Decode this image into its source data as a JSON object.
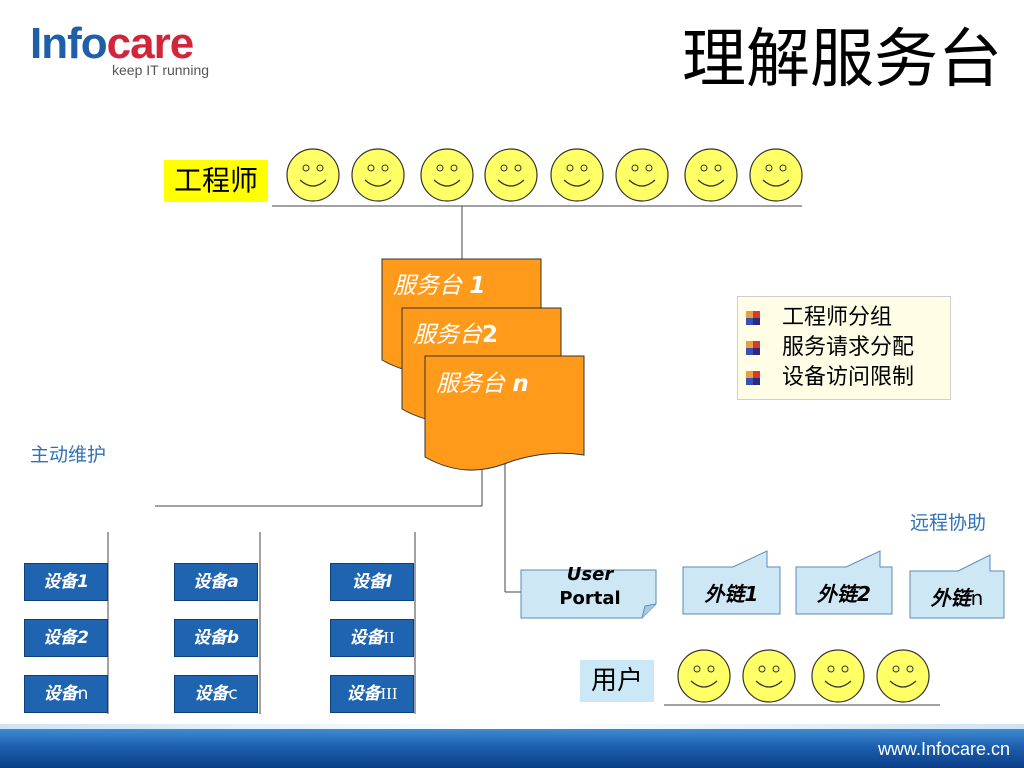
{
  "logo": {
    "brand_a": "Info",
    "brand_b": "care",
    "tagline": "keep IT running"
  },
  "title": "理解服务台",
  "engineers": {
    "label": "工程师",
    "count": 8
  },
  "service_desks": [
    {
      "text": "服务台 ",
      "num": "1"
    },
    {
      "text": "服务台",
      "num": "2"
    },
    {
      "text": "服务台 ",
      "num": "n"
    }
  ],
  "legend": {
    "items": [
      "工程师分组",
      "服务请求分配",
      "设备访问限制"
    ]
  },
  "proactive_label": "主动维护",
  "remote_label": "远程协助",
  "devices": {
    "col1": [
      {
        "a": "设备",
        "b": "1"
      },
      {
        "a": "设备",
        "b": "2"
      },
      {
        "a": "设备",
        "b": "n"
      }
    ],
    "col2": [
      {
        "a": "设备",
        "b": "a"
      },
      {
        "a": "设备",
        "b": "b"
      },
      {
        "a": "设备",
        "b": "c"
      }
    ],
    "col3": [
      {
        "a": "设备",
        "b": "I"
      },
      {
        "a": "设备",
        "b": "II"
      },
      {
        "a": "设备",
        "b": "III"
      }
    ]
  },
  "user_portal": {
    "line1": "User",
    "line2": "Portal"
  },
  "external_links": [
    {
      "a": "外链",
      "b": "1"
    },
    {
      "a": "外链",
      "b": "2"
    },
    {
      "a": "外链",
      "b": "n"
    }
  ],
  "users": {
    "label": "用户",
    "count": 4
  },
  "footer": {
    "url": "www.Infocare.cn"
  },
  "colors": {
    "smiley_fill": "#ffff66",
    "desk_fill": "#ff9a1a",
    "device_fill": "#1e64b0",
    "chain_fill": "#cde7f5",
    "accent_blue": "#2f72b8"
  }
}
